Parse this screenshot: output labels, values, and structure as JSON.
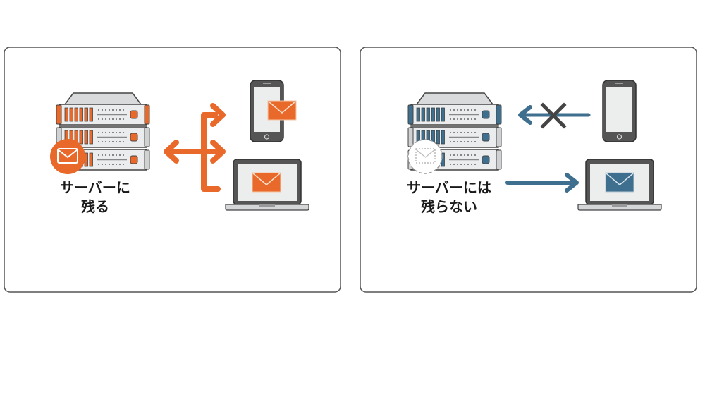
{
  "colors": {
    "orange": "#e8692a",
    "blue": "#3f6f8f",
    "outline": "#444444",
    "panel_border": "#555555"
  },
  "left_panel": {
    "label_line1": "サーバーに",
    "label_line2": "残る"
  },
  "right_panel": {
    "label_line1": "サーバーには",
    "label_line2": "残らない"
  }
}
